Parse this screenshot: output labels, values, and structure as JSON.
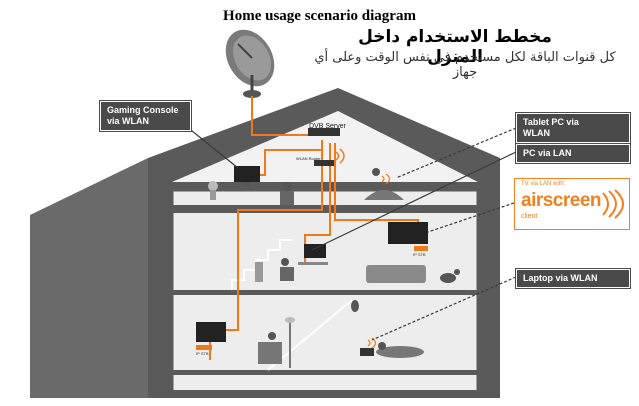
{
  "title_en": "Home usage scenario diagram",
  "title_ar": "مخطط الاستخدام داخل المنزل",
  "subtitle_ar": "كل قنوات الباقة لكل مستخدم في نفس الوقت وعلى أي جهاز",
  "labels": {
    "gaming_console": [
      "Gaming Console",
      "via WLAN"
    ],
    "tablet_pc": [
      "Tablet PC via",
      "WLAN"
    ],
    "pc_lan": "PC via LAN",
    "laptop": "Laptop via WLAN",
    "dvb_server": "DVB Server",
    "wlan_router": "WLAN Router"
  },
  "airscreen": {
    "caption": "TV via LAN with:",
    "logo": "airscreen",
    "client": "client"
  },
  "ip_stb": "IP STB",
  "colors": {
    "cable": "#f07a1a",
    "callout_bg": "#4a4a4a",
    "house": "#5a5a5a"
  }
}
